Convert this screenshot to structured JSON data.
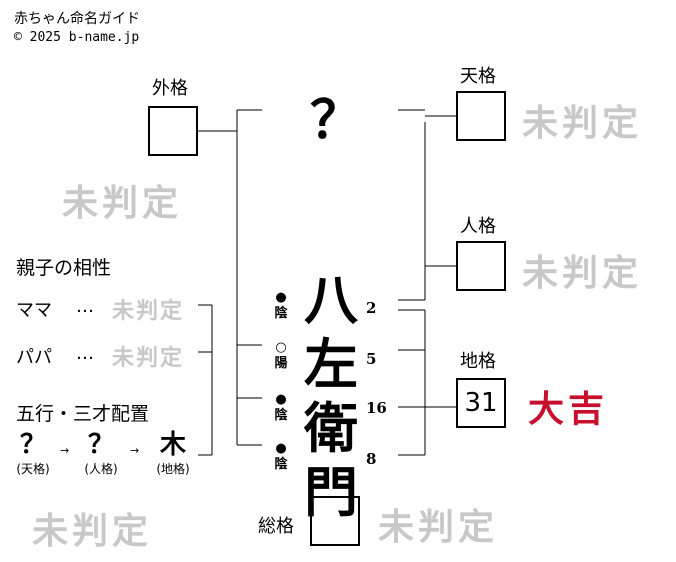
{
  "header": {
    "title": "赤ちゃん命名ガイド",
    "copyright": "© 2025 b-name.jp"
  },
  "gaikaku": {
    "label": "外格",
    "value": "",
    "status": "未判定"
  },
  "tenkaku": {
    "label": "天格",
    "value": "",
    "status": "未判定"
  },
  "jinkaku": {
    "label": "人格",
    "value": "",
    "status": "未判定"
  },
  "chikaku": {
    "label": "地格",
    "value": "31",
    "status": "大吉"
  },
  "soukaku": {
    "label": "総格",
    "value": "",
    "status": "未判定"
  },
  "surname_placeholder": "？",
  "name_chars": [
    {
      "char": "八",
      "strokes": "2",
      "mark": "●",
      "yinyang": "陰"
    },
    {
      "char": "左",
      "strokes": "5",
      "mark": "○",
      "yinyang": "陽"
    },
    {
      "char": "衛",
      "strokes": "16",
      "mark": "●",
      "yinyang": "陰"
    },
    {
      "char": "門",
      "strokes": "8",
      "mark": "●",
      "yinyang": "陰"
    }
  ],
  "compat": {
    "title": "親子の相性",
    "mama": {
      "label": "ママ",
      "dots": "…",
      "status": "未判定"
    },
    "papa": {
      "label": "パパ",
      "dots": "…",
      "status": "未判定"
    }
  },
  "gogyo": {
    "title": "五行・三才配置",
    "items": [
      {
        "value": "？",
        "label": "(天格)"
      },
      {
        "value": "？",
        "label": "(人格)"
      },
      {
        "value": "木",
        "label": "(地格)"
      }
    ],
    "arrow": "→",
    "status": "未判定"
  },
  "colors": {
    "good": "#c8102e",
    "watermark": "#c8c8c8"
  }
}
